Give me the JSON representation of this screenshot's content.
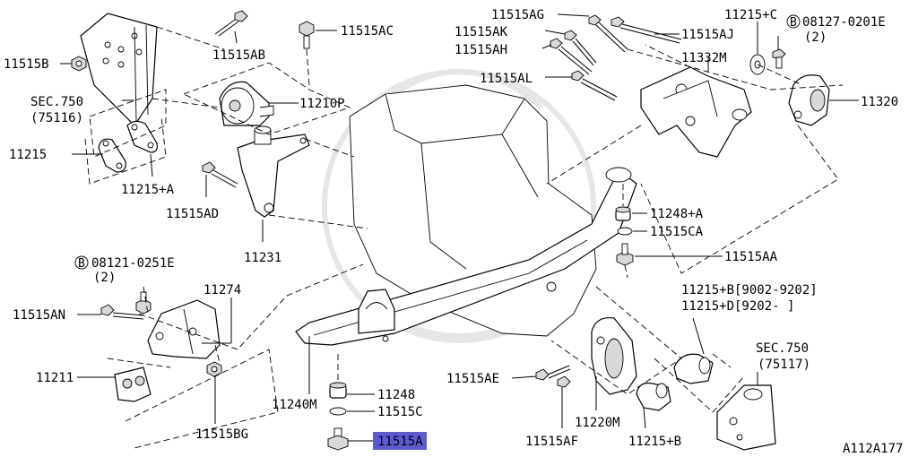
{
  "diagram": {
    "figure_code": "A112A177",
    "highlighted_part": "11515A",
    "highlight_color": "#5b5bd6",
    "labels": {
      "b11515B": "11515B",
      "sec750_left": "SEC.750",
      "sec750_left_ref": "(75116)",
      "p11515AB": "11515AB",
      "p11515AC": "11515AC",
      "p11210P": "11210P",
      "p11215": "11215",
      "p11215A": "11215+A",
      "p11515AD": "11515AD",
      "p11231": "11231",
      "p11515AG": "11515AG",
      "p11515AK": "11515AK",
      "p11515AH": "11515AH",
      "p11515AL": "11515AL",
      "p11515AJ": "11515AJ",
      "p11332M": "11332M",
      "p11215C": "11215+C",
      "bolt_top_code": "08127-0201E",
      "bolt_top_qty": "(2)",
      "p11320": "11320",
      "p11248A": "11248+A",
      "p11515CA": "11515CA",
      "p11515AA": "11515AA",
      "bolt_left_code": "08121-0251E",
      "bolt_left_qty": "(2)",
      "p11274": "11274",
      "p11515AN": "11515AN",
      "p11211": "11211",
      "p11515BG": "11515BG",
      "p11240M": "11240M",
      "p11248": "11248",
      "p11515C": "11515C",
      "p11515A": "11515A",
      "p11515AE": "11515AE",
      "p11515AF": "11515AF",
      "p11220M": "11220M",
      "p11215B_range": "11215+B[9002-9202]",
      "p11215D_range": "11215+D[9202-    ]",
      "sec750_right": "SEC.750",
      "sec750_right_ref": "(75117)",
      "p11215B": "11215+B",
      "circle_b": "B"
    }
  }
}
